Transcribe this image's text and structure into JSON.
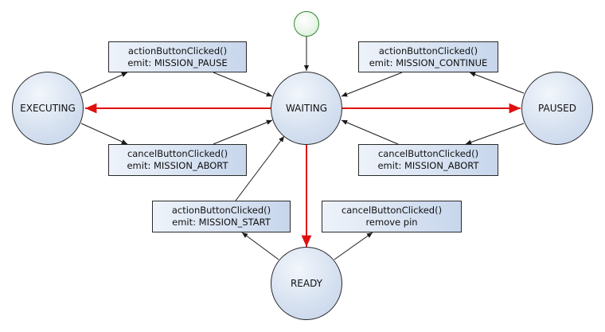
{
  "diagram": {
    "initial": {
      "icon": "initial-state-icon"
    },
    "states": {
      "waiting": "WAITING",
      "executing": "EXECUTING",
      "paused": "PAUSED",
      "ready": "READY"
    },
    "transitions": {
      "executing_pause": {
        "trigger": "actionButtonClicked()",
        "effect": "emit: MISSION_PAUSE"
      },
      "executing_abort": {
        "trigger": "cancelButtonClicked()",
        "effect": "emit: MISSION_ABORT"
      },
      "paused_continue": {
        "trigger": "actionButtonClicked()",
        "effect": "emit: MISSION_CONTINUE"
      },
      "paused_abort": {
        "trigger": "cancelButtonClicked()",
        "effect": "emit: MISSION_ABORT"
      },
      "ready_start": {
        "trigger": "actionButtonClicked()",
        "effect": "emit: MISSION_START"
      },
      "ready_cancel": {
        "trigger": "cancelButtonClicked()",
        "effect": "remove pin"
      }
    },
    "colors": {
      "edge": "#1a1a1a",
      "highlight_edge": "#e01010",
      "state_fill": "#d6e1f0",
      "initial_border": "#2f8a2f"
    }
  }
}
